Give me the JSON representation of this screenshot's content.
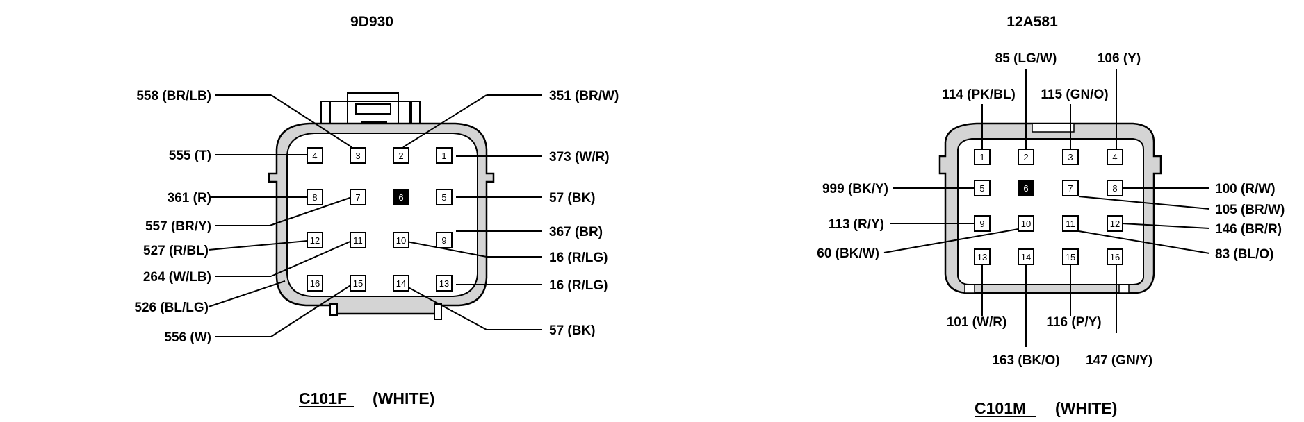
{
  "left": {
    "part_number": "9D930",
    "connector": "C101F",
    "color_note": "(WHITE)",
    "pins": [
      {
        "n": "4",
        "label": "555 (T)"
      },
      {
        "n": "3",
        "label": "558 (BR/LB)"
      },
      {
        "n": "2",
        "label": "351 (BR/W)"
      },
      {
        "n": "1",
        "label": "373 (W/R)"
      },
      {
        "n": "8",
        "label": "361 (R)"
      },
      {
        "n": "7",
        "label": "557 (BR/Y)"
      },
      {
        "n": "6",
        "label": "",
        "filled": true
      },
      {
        "n": "5",
        "label": "57 (BK)"
      },
      {
        "n": "12",
        "label": "527 (R/BL)"
      },
      {
        "n": "11",
        "label": "264 (W/LB)"
      },
      {
        "n": "10",
        "label": "16 (R/LG)"
      },
      {
        "n": "9",
        "label": "367 (BR)"
      },
      {
        "n": "16",
        "label": "526 (BL/LG)"
      },
      {
        "n": "15",
        "label": "556 (W)"
      },
      {
        "n": "14",
        "label": "57 (BK)"
      },
      {
        "n": "13",
        "label": "16 (R/LG)"
      }
    ]
  },
  "right": {
    "part_number": "12A581",
    "connector": "C101M",
    "color_note": "(WHITE)",
    "pins": [
      {
        "n": "1",
        "label": "114 (PK/BL)"
      },
      {
        "n": "2",
        "label": "85 (LG/W)"
      },
      {
        "n": "3",
        "label": "115 (GN/O)"
      },
      {
        "n": "4",
        "label": "106 (Y)"
      },
      {
        "n": "5",
        "label": "999 (BK/Y)"
      },
      {
        "n": "6",
        "label": "",
        "filled": true
      },
      {
        "n": "7",
        "label": "105 (BR/W)"
      },
      {
        "n": "8",
        "label": "100 (R/W)"
      },
      {
        "n": "9",
        "label": "113 (R/Y)"
      },
      {
        "n": "10",
        "label": "60 (BK/W)"
      },
      {
        "n": "11",
        "label": "83 (BL/O)"
      },
      {
        "n": "12",
        "label": "146 (BR/R)"
      },
      {
        "n": "13",
        "label": "101 (W/R)"
      },
      {
        "n": "14",
        "label": "163 (BK/O)"
      },
      {
        "n": "15",
        "label": "116 (P/Y)"
      },
      {
        "n": "16",
        "label": "147 (GN/Y)"
      }
    ]
  }
}
